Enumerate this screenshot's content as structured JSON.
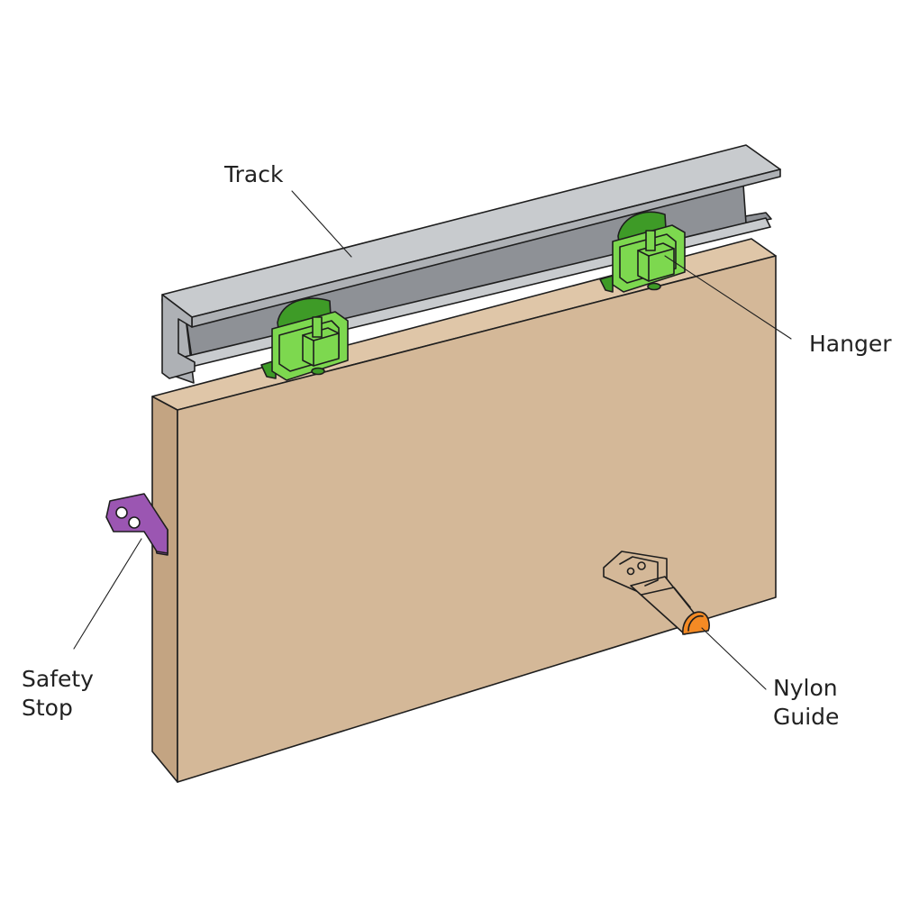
{
  "labels": {
    "track": "Track",
    "hanger": "Hanger",
    "safety_stop": [
      "Safety",
      "Stop"
    ],
    "nylon_guide": [
      "Nylon",
      "Guide"
    ]
  },
  "colors": {
    "door_face": "#d4b898",
    "door_side": "#c3a482",
    "door_top": "#dfc6a8",
    "track_light": "#c8cbce",
    "track_mid": "#aeb1b5",
    "track_dark": "#8e9196",
    "hanger_light": "#7dd84f",
    "hanger_dark": "#3e9b27",
    "safety_stop": "#9b56b2",
    "nylon_guide": "#f48a24",
    "outline": "#1e1e1e"
  }
}
